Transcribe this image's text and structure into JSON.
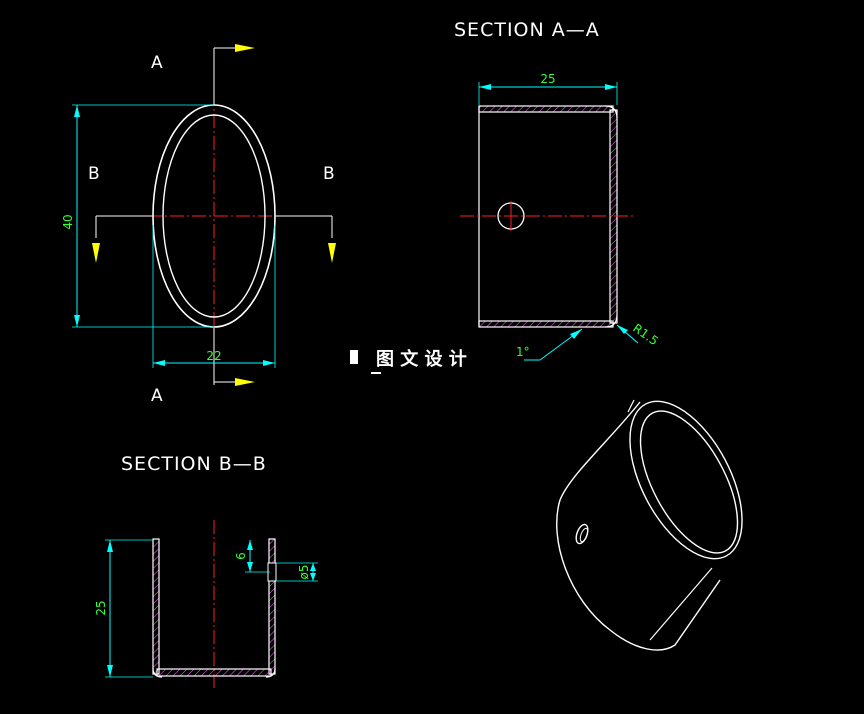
{
  "colors": {
    "background": "#000000",
    "outline": "#ffffff",
    "dimension_line": "#00ffff",
    "dimension_text": "#33ff33",
    "center_line": "#ff2020",
    "arrow": "#ffff00",
    "hatch": "#ff66ff"
  },
  "front_view": {
    "section_letter_top": "A",
    "section_letter_bottom": "A",
    "section_letter_left": "B",
    "section_letter_right": "B",
    "dim_height": "40",
    "dim_width": "22"
  },
  "section_aa": {
    "title": "SECTION  A—A",
    "dim_depth": "25",
    "dim_radius": "R1.5",
    "dim_angle": "1°"
  },
  "section_bb": {
    "title": "SECTION  B—B",
    "dim_height": "25",
    "dim_hole_offset": "6",
    "dim_hole_dia": "ø5"
  },
  "watermark": {
    "text": "图 文 设 计"
  }
}
